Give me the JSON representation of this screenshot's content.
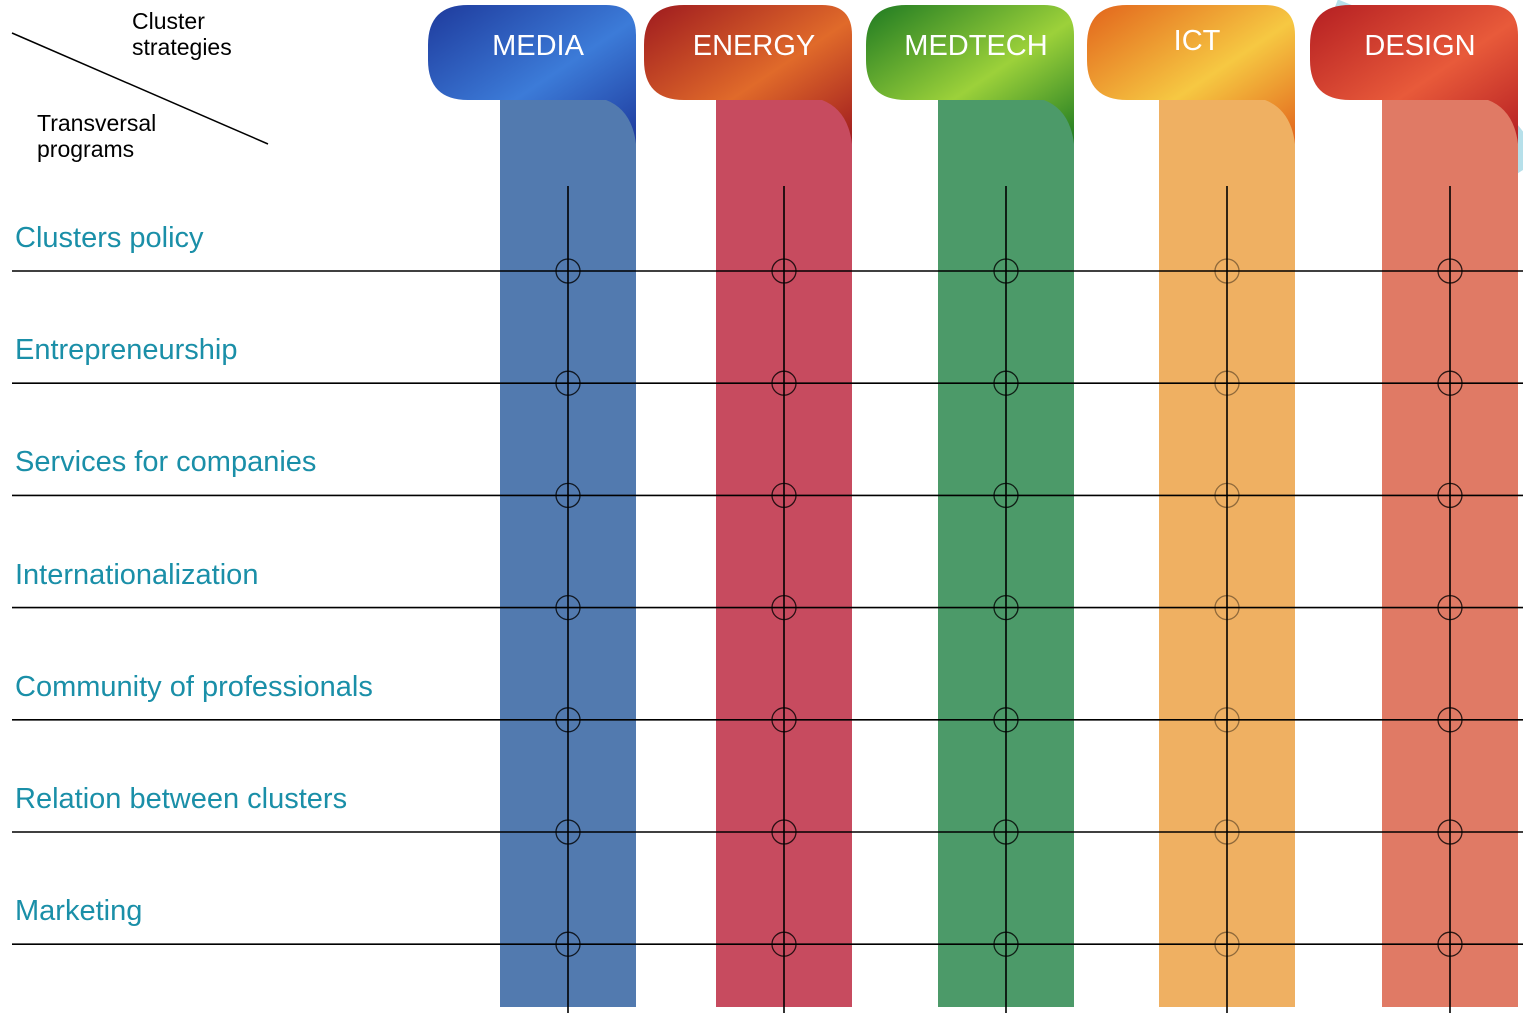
{
  "header": {
    "top_label": "Cluster\nstrategies",
    "bottom_label": "Transversal\nprograms"
  },
  "columns": [
    {
      "label": "MEDIA",
      "color": "#527aaf",
      "tab_color_1": "#1e3a9c",
      "tab_color_2": "#3c7bd8"
    },
    {
      "label": "ENERGY",
      "color": "#c74b5f",
      "tab_color_1": "#9e1a1f",
      "tab_color_2": "#e06a2a"
    },
    {
      "label": "MEDTECH",
      "color": "#4c9a69",
      "tab_color_1": "#1e7a22",
      "tab_color_2": "#9cd13a"
    },
    {
      "label": "ICT",
      "color": "#efb062",
      "tab_color_1": "#e2641c",
      "tab_color_2": "#f6c842"
    },
    {
      "label": "DESIGN",
      "color": "#e07a65",
      "tab_color_1": "#b41e22",
      "tab_color_2": "#e85a3a"
    }
  ],
  "rows": [
    {
      "label": "Clusters policy"
    },
    {
      "label": "Entrepreneurship"
    },
    {
      "label": "Services for companies"
    },
    {
      "label": "Internationalization"
    },
    {
      "label": "Community of professionals"
    },
    {
      "label": "Relation between clusters"
    },
    {
      "label": "Marketing"
    }
  ],
  "colors": {
    "row_label": "#1a8fa8",
    "arc_accent": "#a9dbe6"
  }
}
